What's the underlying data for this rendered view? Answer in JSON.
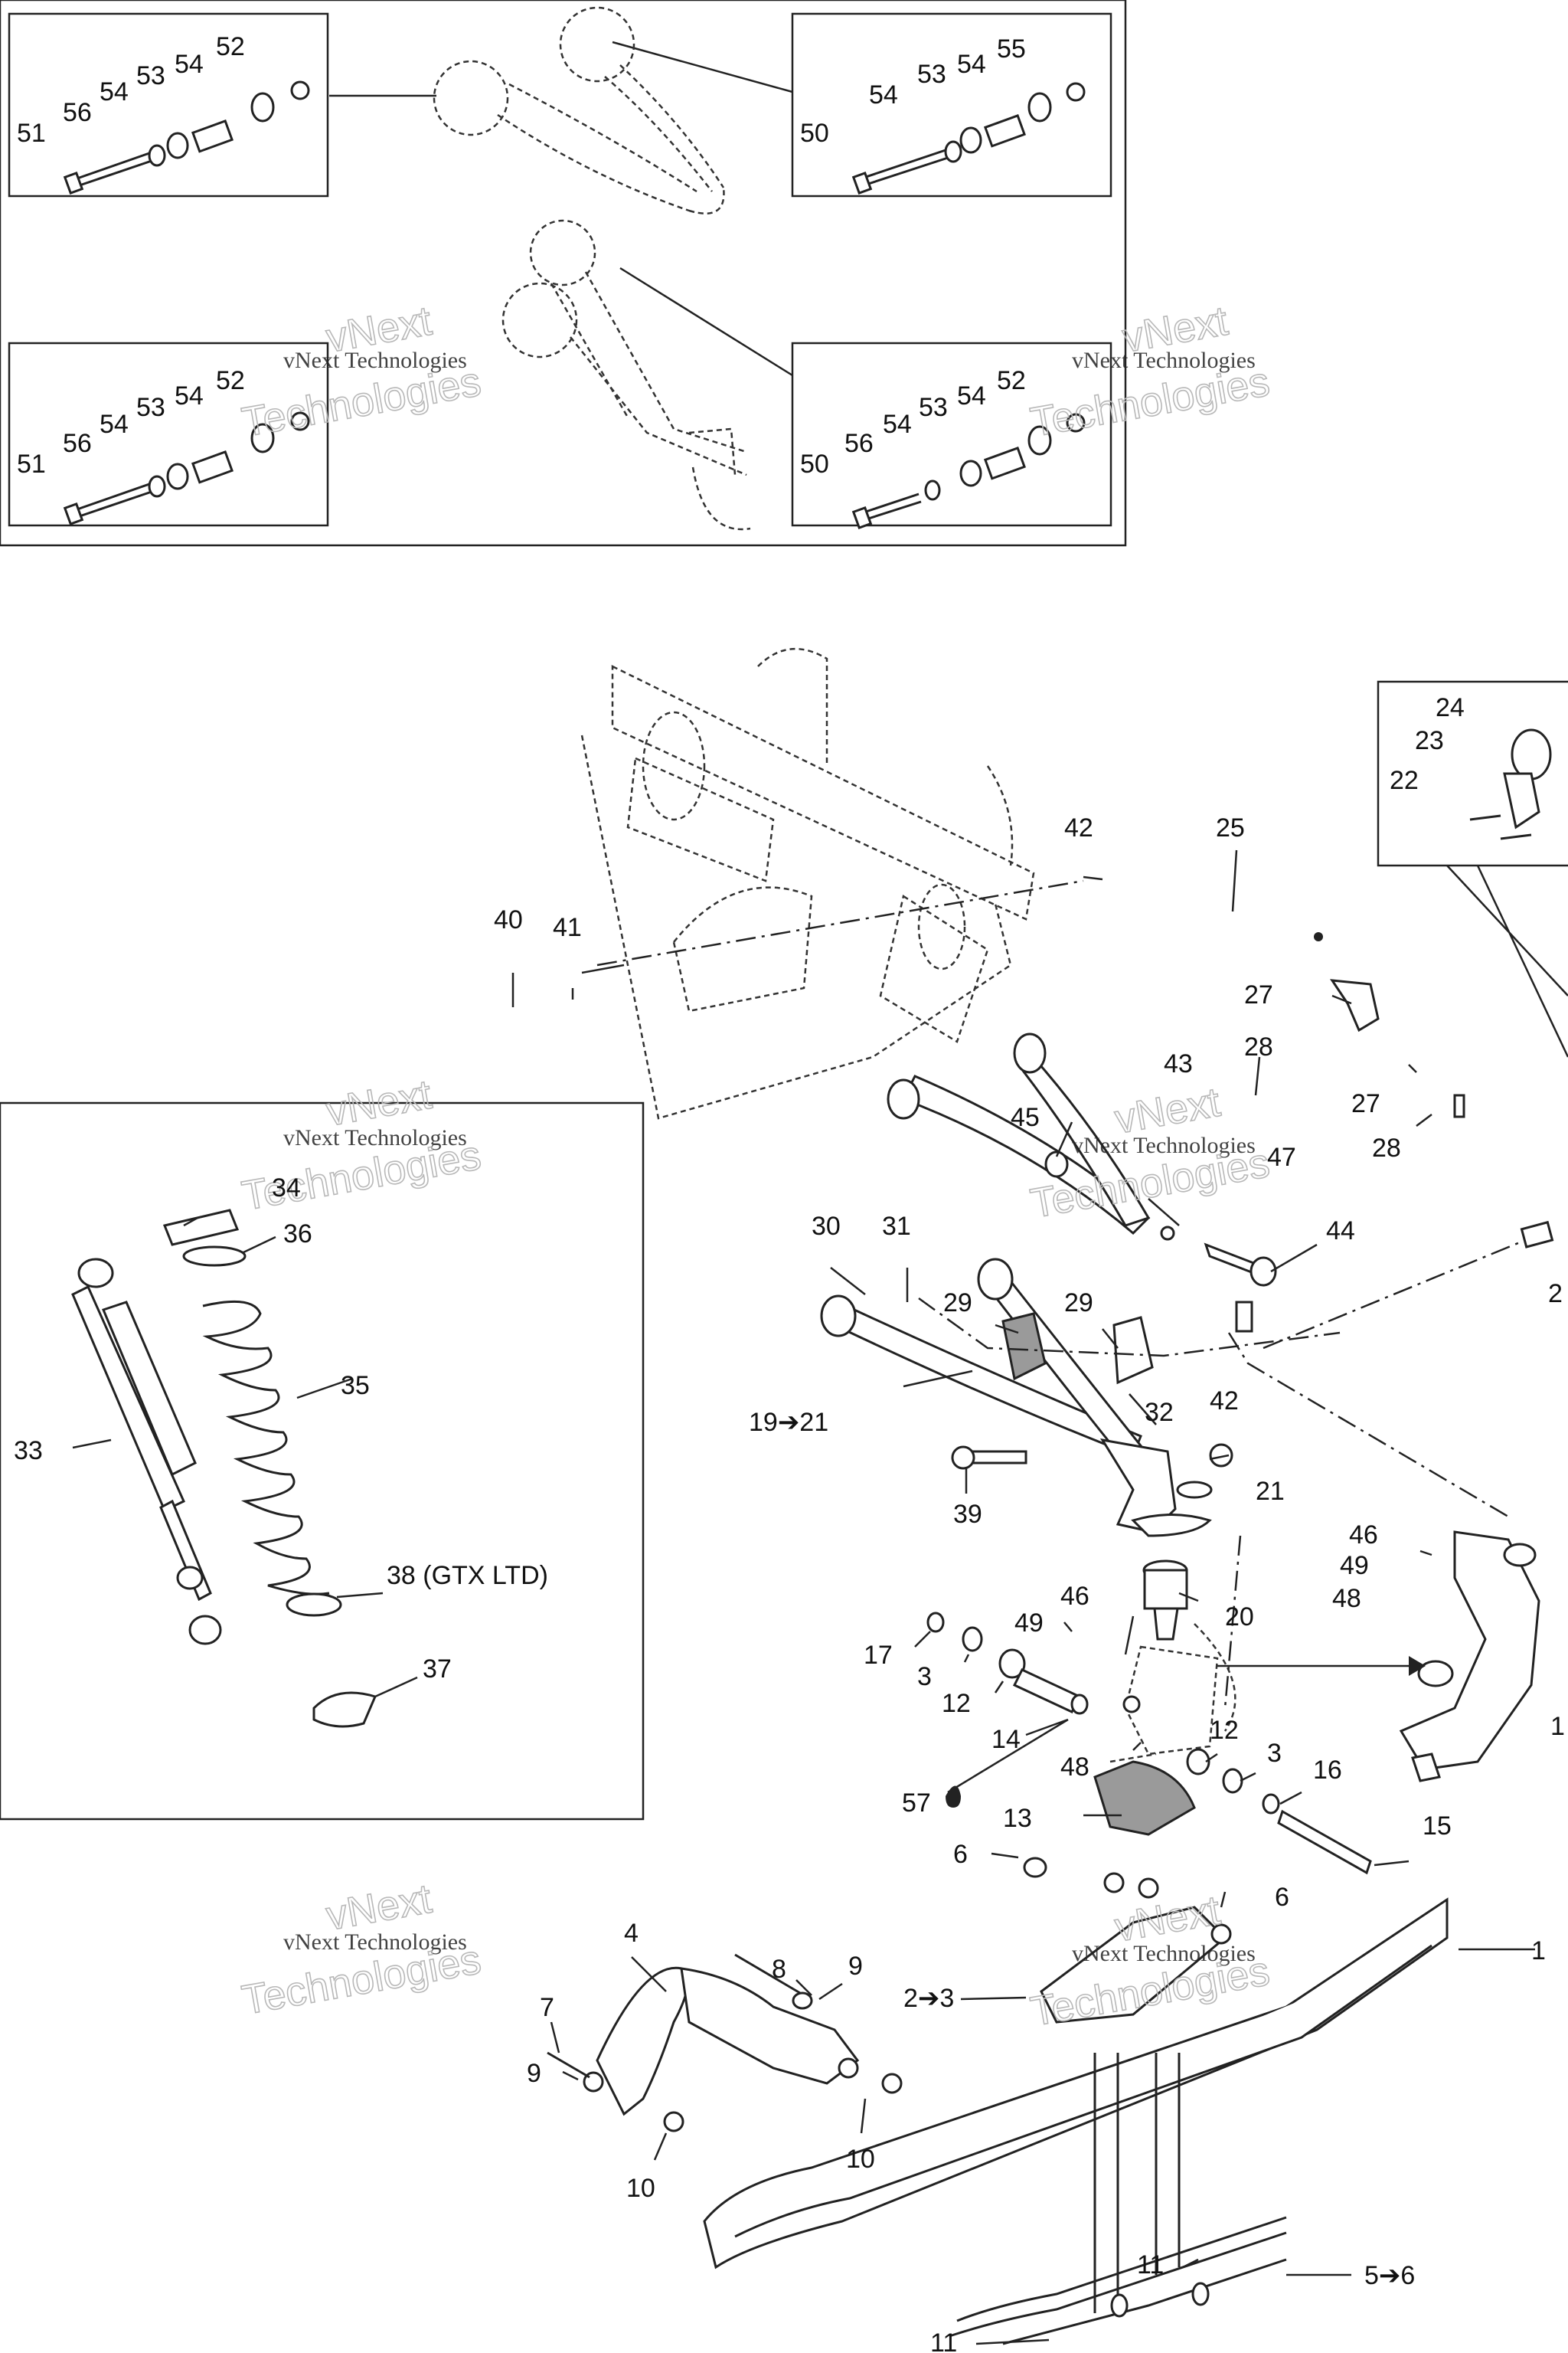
{
  "callouts": [
    "51",
    "56",
    "54",
    "53",
    "54",
    "52",
    "50",
    "54",
    "53",
    "54",
    "55",
    "51",
    "56",
    "54",
    "53",
    "54",
    "52",
    "50",
    "56",
    "54",
    "53",
    "54",
    "52",
    "24",
    "23",
    "22",
    "25",
    "42",
    "40",
    "41",
    "27",
    "28",
    "27",
    "28",
    "43",
    "45",
    "47",
    "44",
    "2",
    "34",
    "36",
    "35",
    "33",
    "38 (GTX LTD)",
    "37",
    "30",
    "31",
    "29",
    "29",
    "32",
    "42",
    "19➔21",
    "21",
    "39",
    "46",
    "49",
    "48",
    "20",
    "1",
    "17",
    "49",
    "46",
    "3",
    "12",
    "14",
    "48",
    "57",
    "12",
    "3",
    "16",
    "15",
    "13",
    "6",
    "6",
    "1",
    "8",
    "4",
    "9",
    "7",
    "9",
    "10",
    "10",
    "2➔3",
    "11",
    "5➔6",
    "11"
  ],
  "watermark": {
    "line1": "vNext Technologies",
    "line2": "vNext",
    "line3": "Technologies"
  },
  "colors": {
    "ink": "#222222",
    "watermark": "#b8b8b8",
    "shade": "#9a9a9a"
  }
}
